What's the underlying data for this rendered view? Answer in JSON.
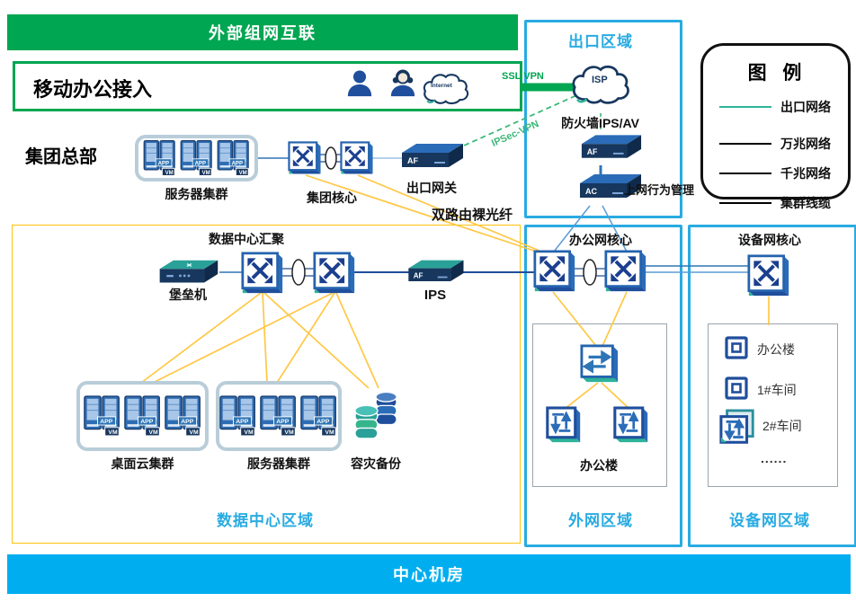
{
  "colors": {
    "banner_green": "#00A651",
    "banner_cyan": "#00AEEF",
    "zone_cyan": "#29ABE2",
    "line_yellow": "#FFC845",
    "dc_border_yellow": "#FFC20E",
    "vpn_green": "#3CB878",
    "legend_exit_green": "#2EB398",
    "line_black": "#000000"
  },
  "banners": {
    "top": "外部组网互联",
    "bottom": "中心机房"
  },
  "mobile_access": {
    "label": "移动办公接入",
    "internet_cloud": "Internet",
    "ssl_vpn": "SSL VPN",
    "ipsec_vpn": "IPSec-VPN"
  },
  "hq": {
    "label": "集团总部",
    "server_cluster": "服务器集群",
    "core": "集团核心",
    "gateway": "出口网关",
    "dual_fiber": "双路由裸光纤"
  },
  "exit_zone": {
    "title": "出口区域",
    "isp": "ISP",
    "firewall": "防火墙IPS/AV",
    "behavior": "上网行为管理"
  },
  "legend": {
    "title": "图 例",
    "items": [
      {
        "label": "出口网络",
        "color": "#2EB398"
      },
      {
        "label": "万兆网络",
        "color": "#000000"
      },
      {
        "label": "千兆网络",
        "color": "#000000"
      },
      {
        "label": "集群线缆",
        "color": "#000000"
      }
    ]
  },
  "datacenter": {
    "title": "数据中心区域",
    "aggregation": "数据中心汇聚",
    "bastion": "堡垒机",
    "ips": "IPS",
    "desktop_cluster": "桌面云集群",
    "server_cluster": "服务器集群",
    "backup": "容灾备份"
  },
  "office_zone": {
    "title": "外网区域",
    "core": "办公网核心",
    "building": "办公楼"
  },
  "device_zone": {
    "title": "设备网区域",
    "core": "设备网核心",
    "items": [
      {
        "label": "办公楼"
      },
      {
        "label": "1#车间"
      },
      {
        "label": "2#车间"
      },
      {
        "label": "......"
      }
    ]
  },
  "device_labels": {
    "af": "AF",
    "ac": "AC",
    "app": "APP",
    "vm": "VM"
  }
}
